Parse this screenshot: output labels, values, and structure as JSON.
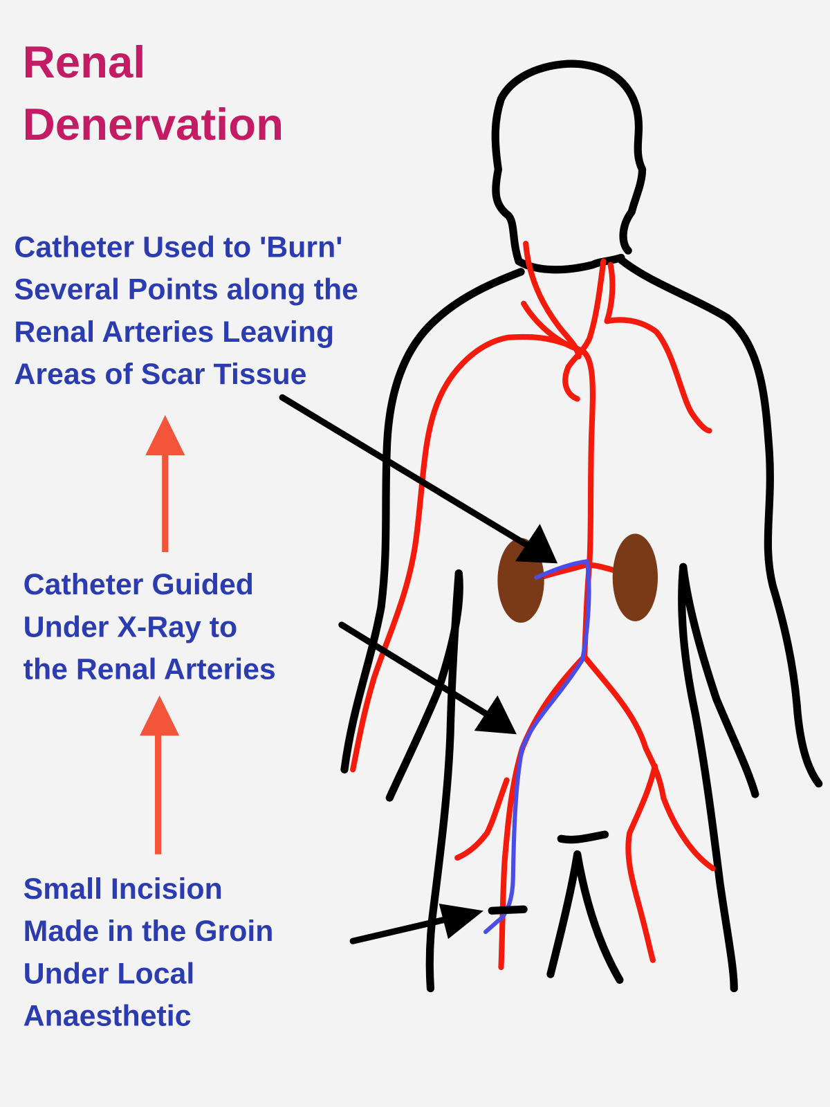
{
  "title": [
    "Renal",
    "Denervation"
  ],
  "notes": {
    "burn": [
      "Catheter Used to 'Burn'",
      "Several Points along the",
      "Renal Arteries Leaving",
      "Areas of Scar Tissue"
    ],
    "guided": [
      "Catheter Guided",
      "Under X-Ray to",
      "the Renal Arteries"
    ],
    "incision": [
      "Small Incision",
      "Made in the Groin",
      "Under Local",
      "Anaesthetic"
    ]
  },
  "colors": {
    "title": "#c41c64",
    "text": "#2b3bb0",
    "artery": "#f41a0c",
    "catheter": "#4b4ee6",
    "kidney": "#7a3a17",
    "up_arrow": "#f4553a"
  }
}
